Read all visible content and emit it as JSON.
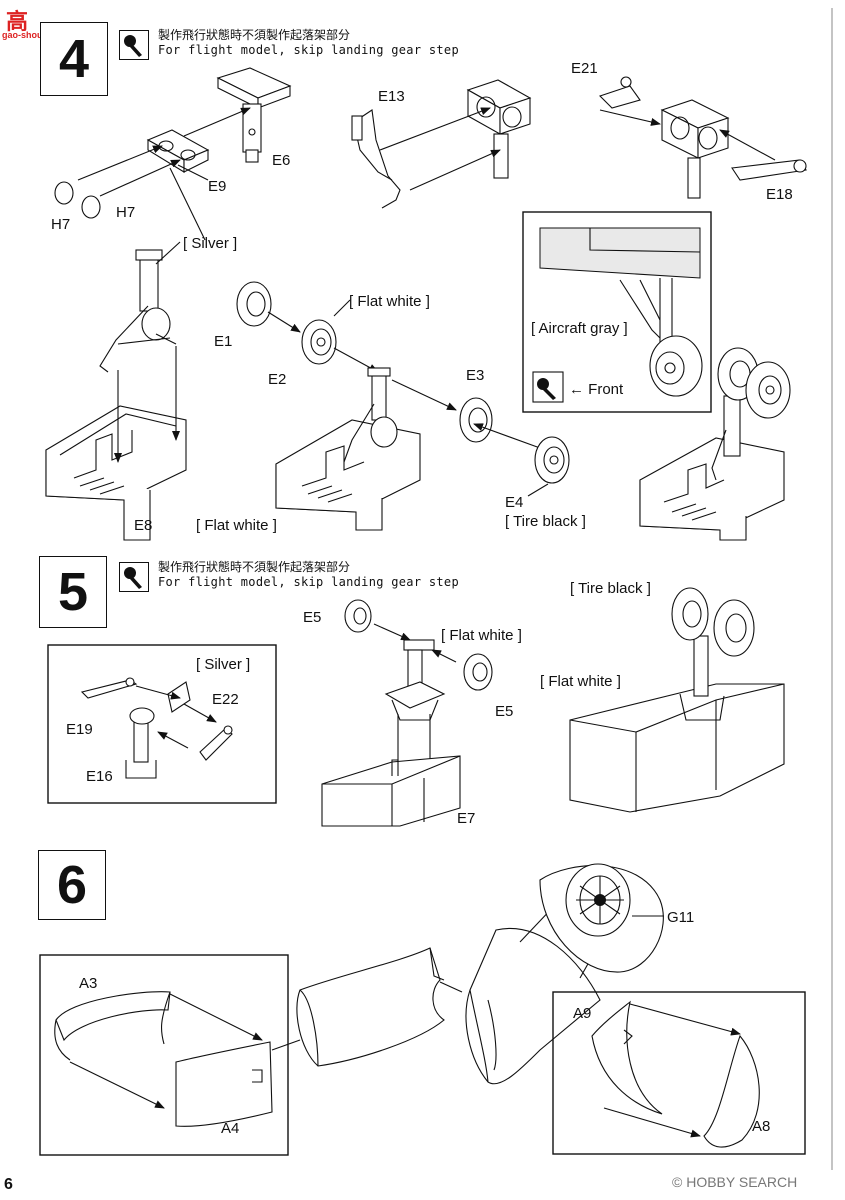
{
  "watermark": {
    "top": "高",
    "bottom": "gao-shou.com"
  },
  "footer": {
    "page_number": "6",
    "brand": "© HOBBY SEARCH"
  },
  "steps": [
    {
      "number": "4",
      "note_cn": "製作飛行狀態時不須製作起落架部分",
      "note_en": "For flight model, skip landing gear step",
      "inset": {
        "paint": "[ Aircraft gray ]",
        "front": "← Front"
      },
      "labels": {
        "e6": "E6",
        "e9": "E9",
        "h7a": "H7",
        "h7b": "H7",
        "silver": "[ Silver ]",
        "e13": "E13",
        "e21": "E21",
        "e18": "E18",
        "flatwhite": "[ Flat white ]",
        "e1": "E1",
        "e2": "E2",
        "e3": "E3",
        "e4": "E4",
        "tire": "[ Tire black ]",
        "e8": "E8",
        "flatwhite2": "[ Flat white ]"
      }
    },
    {
      "number": "5",
      "note_cn": "製作飛行狀態時不須製作起落架部分",
      "note_en": "For flight model, skip landing gear step",
      "labels": {
        "e5a": "E5",
        "flatwhite": "[ Flat white ]",
        "e5b": "E5",
        "silver": "[ Silver ]",
        "e22": "E22",
        "e19": "E19",
        "e16": "E16",
        "e7": "E7",
        "tire": "[ Tire black ]",
        "flatwhite2": "[ Flat white ]"
      }
    },
    {
      "number": "6",
      "labels": {
        "g11": "G11",
        "a3": "A3",
        "a4": "A4",
        "a9": "A9",
        "a8": "A8"
      }
    }
  ]
}
